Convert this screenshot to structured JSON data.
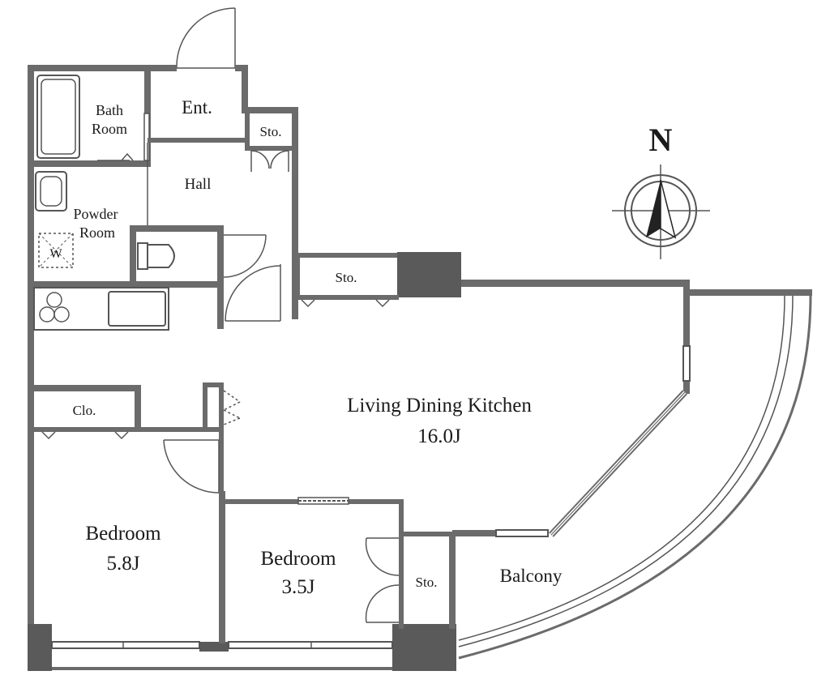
{
  "rooms": {
    "bath": [
      "Bath",
      "Room"
    ],
    "entrance": "Ent.",
    "sto_hall": "Sto.",
    "hall": "Hall",
    "powder": [
      "Powder",
      "Room"
    ],
    "washer": "W",
    "sto_mid": "Sto.",
    "ldk": {
      "name": "Living Dining Kitchen",
      "size": "16.0J"
    },
    "closet": "Clo.",
    "bedroom1": {
      "name": "Bedroom",
      "size": "5.8J"
    },
    "bedroom2": {
      "name": "Bedroom",
      "size": "3.5J"
    },
    "sto_bed": "Sto.",
    "balcony": "Balcony"
  },
  "compass": {
    "label": "N"
  },
  "colors": {
    "wall": "#6b6b6b",
    "column": "#5a5a5a",
    "line": "#555555"
  }
}
